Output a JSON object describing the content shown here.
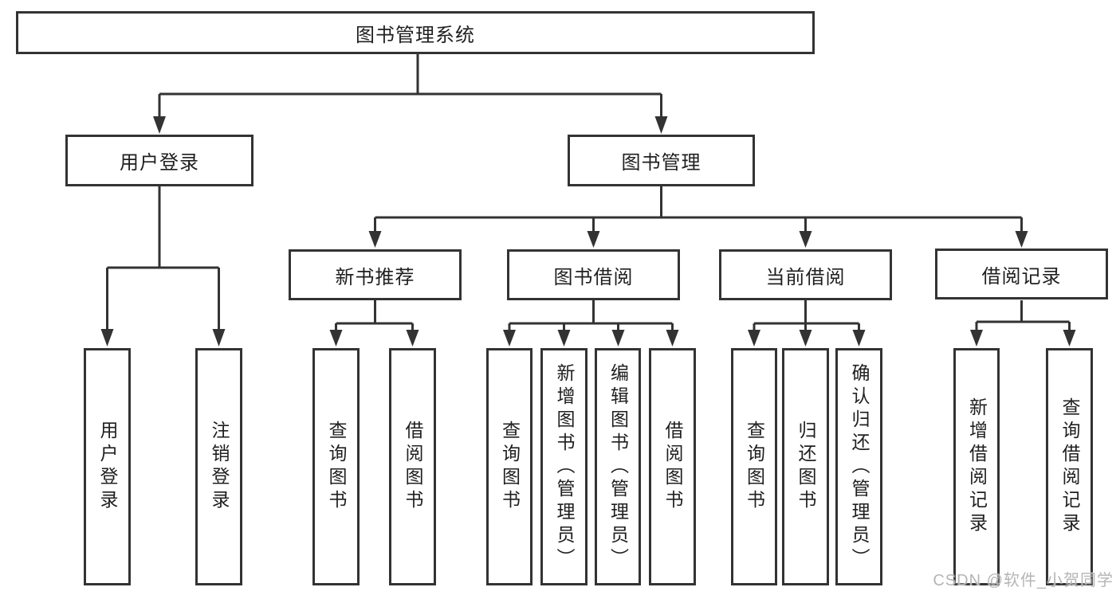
{
  "tree": {
    "label": "图书管理系统",
    "children": [
      {
        "label": "用户登录",
        "children": [
          {
            "label": "用户登录"
          },
          {
            "label": "注销登录"
          }
        ]
      },
      {
        "label": "图书管理",
        "children": [
          {
            "label": "新书推荐",
            "children": [
              {
                "label": "查询图书"
              },
              {
                "label": "借阅图书"
              }
            ]
          },
          {
            "label": "图书借阅",
            "children": [
              {
                "label": "查询图书"
              },
              {
                "label": "新增图书（管理员）"
              },
              {
                "label": "编辑图书（管理员）"
              },
              {
                "label": "借阅图书"
              }
            ]
          },
          {
            "label": "当前借阅",
            "children": [
              {
                "label": "查询图书"
              },
              {
                "label": "归还图书"
              },
              {
                "label": "确认归还（管理员）"
              }
            ]
          },
          {
            "label": "借阅记录",
            "children": [
              {
                "label": "新增借阅记录"
              },
              {
                "label": "查询借阅记录"
              }
            ]
          }
        ]
      }
    ]
  },
  "watermark": {
    "text": "CSDN @软件_小贺同学"
  },
  "colors": {
    "line": "#333333",
    "text": "#1f1f1f",
    "box_background": "#ffffff",
    "watermark": "#b5b5b5",
    "background": "#ffffff"
  }
}
